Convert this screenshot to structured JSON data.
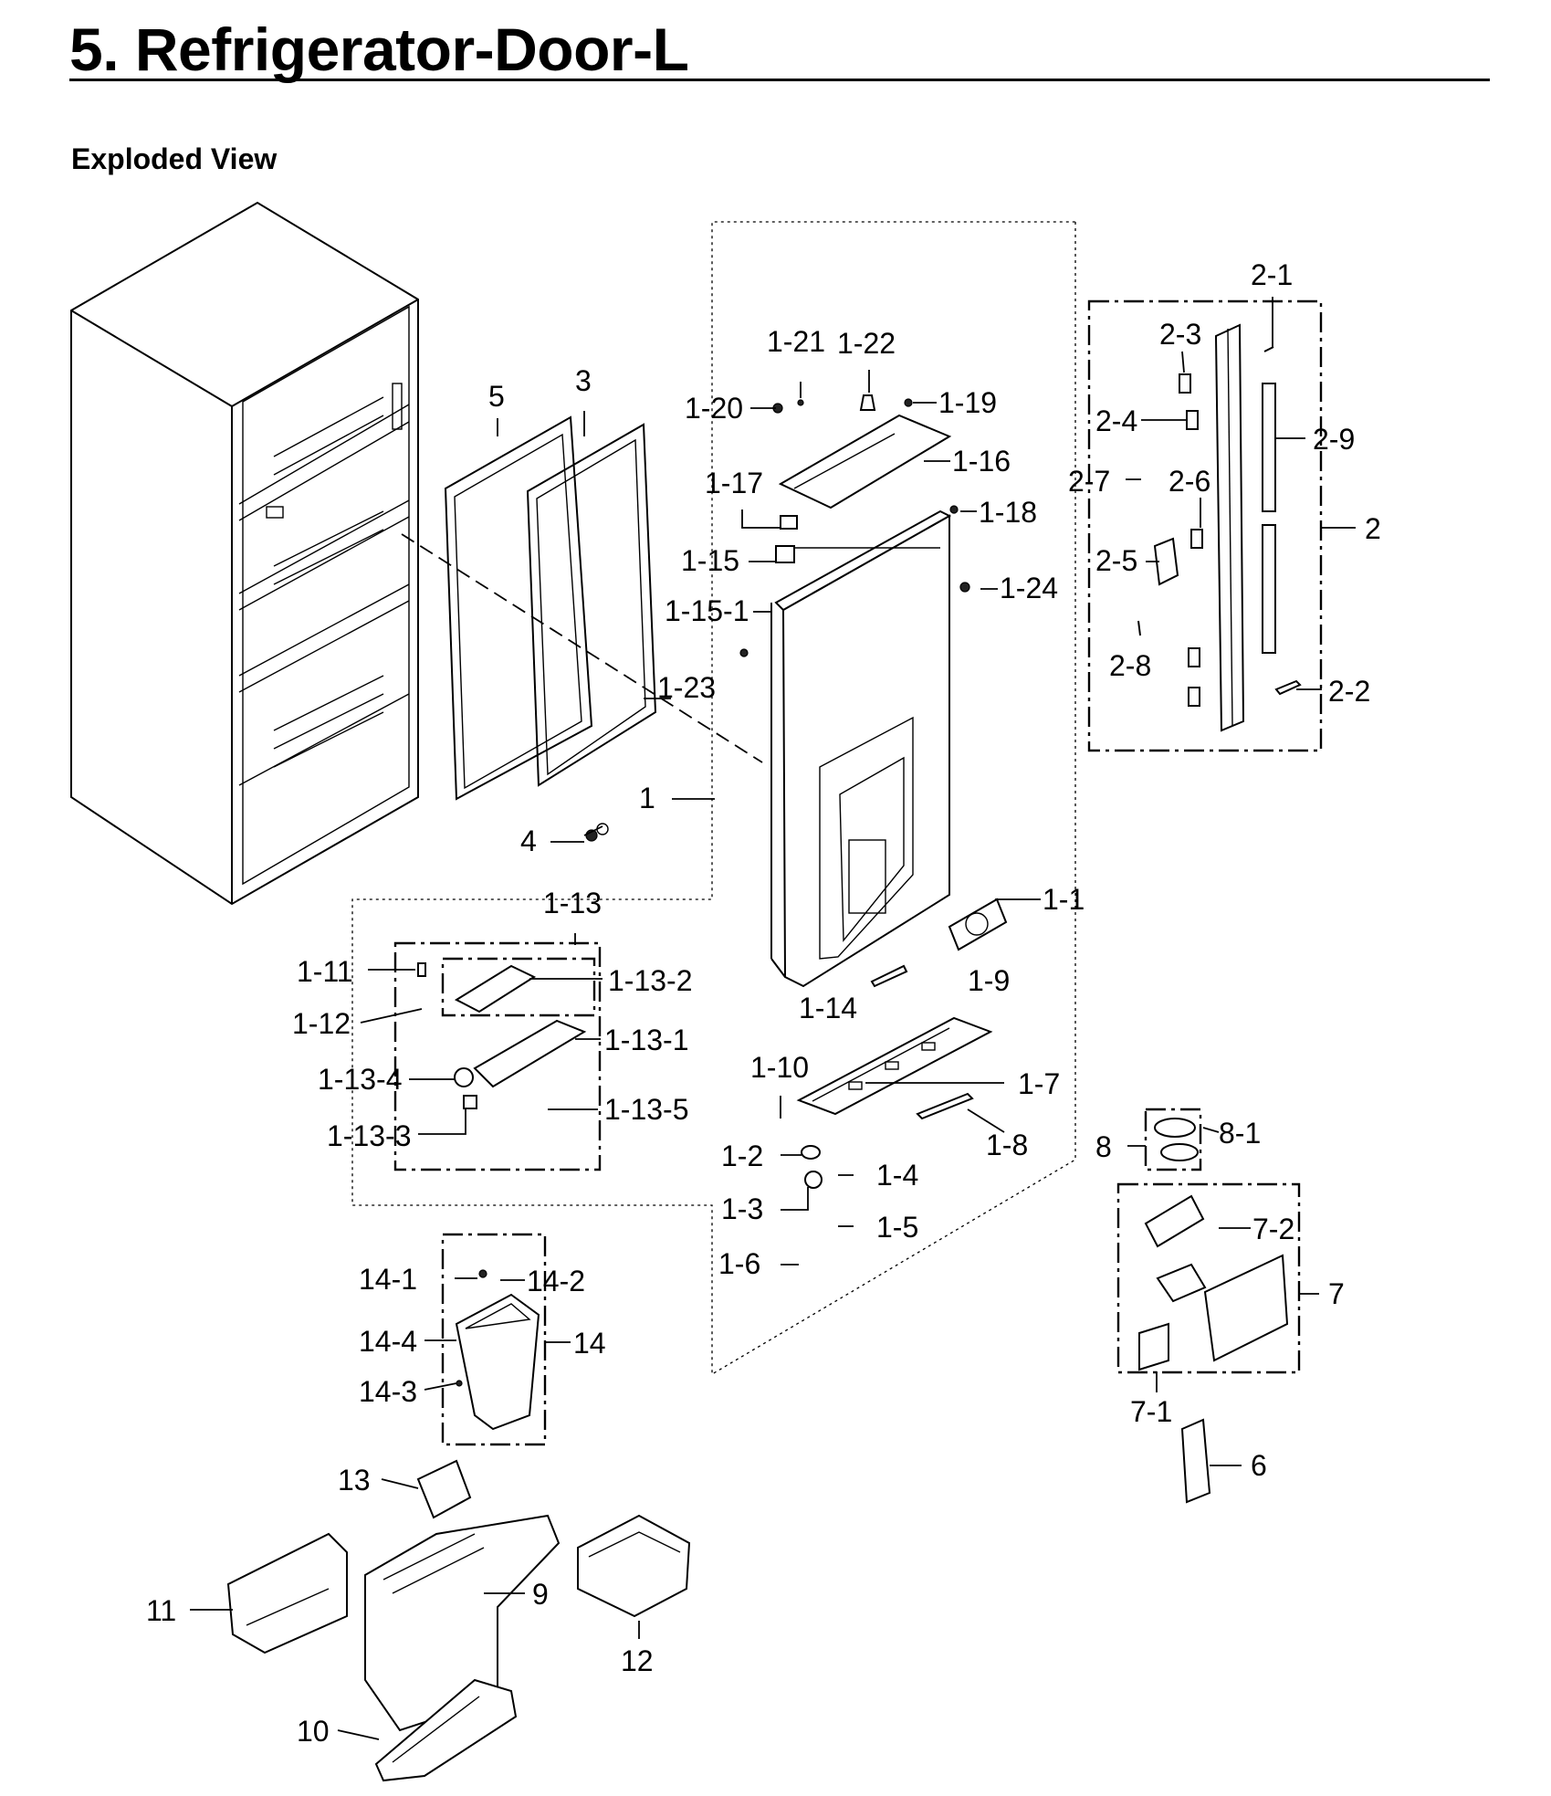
{
  "page": {
    "title": "5.  Refrigerator-Door-L",
    "section": "Exploded View"
  },
  "part_labels": {
    "p5": "5",
    "p3": "3",
    "p4": "4",
    "p1": "1",
    "p1_1": "1-1",
    "p1_2": "1-2",
    "p1_3": "1-3",
    "p1_4": "1-4",
    "p1_5": "1-5",
    "p1_6": "1-6",
    "p1_7": "1-7",
    "p1_8": "1-8",
    "p1_9": "1-9",
    "p1_10": "1-10",
    "p1_11": "1-11",
    "p1_12": "1-12",
    "p1_13": "1-13",
    "p1_13_1": "1-13-1",
    "p1_13_2": "1-13-2",
    "p1_13_3": "1-13-3",
    "p1_13_4": "1-13-4",
    "p1_13_5": "1-13-5",
    "p1_14": "1-14",
    "p1_15": "1-15",
    "p1_15_1": "1-15-1",
    "p1_16": "1-16",
    "p1_17": "1-17",
    "p1_18": "1-18",
    "p1_19": "1-19",
    "p1_20": "1-20",
    "p1_21": "1-21",
    "p1_22": "1-22",
    "p1_23": "1-23",
    "p1_24": "1-24",
    "p2": "2",
    "p2_1": "2-1",
    "p2_2": "2-2",
    "p2_3": "2-3",
    "p2_4": "2-4",
    "p2_5": "2-5",
    "p2_6": "2-6",
    "p2_7": "2-7",
    "p2_8": "2-8",
    "p2_9": "2-9",
    "p6": "6",
    "p7": "7",
    "p7_1": "7-1",
    "p7_2": "7-2",
    "p8": "8",
    "p8_1": "8-1",
    "p9": "9",
    "p10": "10",
    "p11": "11",
    "p12": "12",
    "p13": "13",
    "p14": "14",
    "p14_1": "14-1",
    "p14_2": "14-2",
    "p14_3": "14-3",
    "p14_4": "14-4"
  }
}
